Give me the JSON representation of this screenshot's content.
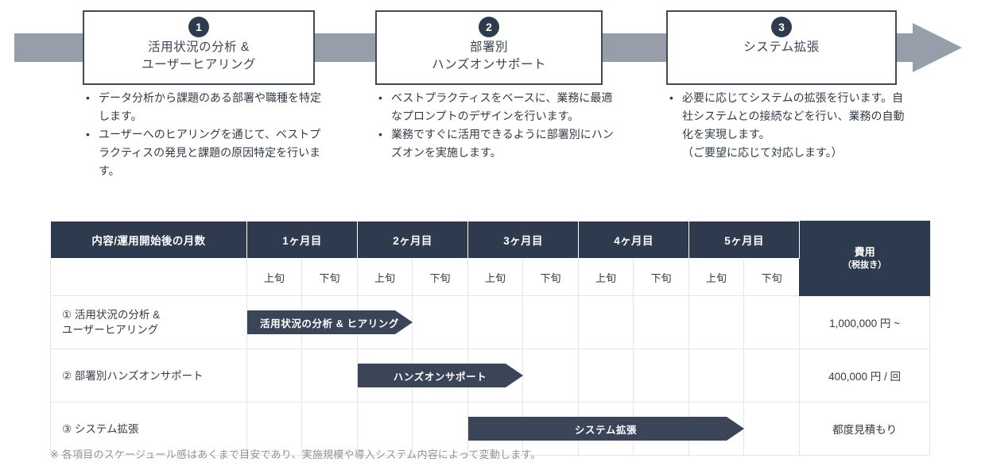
{
  "process_flow": {
    "arrow_band_color": "#979ea9",
    "steps": [
      {
        "number": "1",
        "title": "活用状況の分析 &\nユーザーヒアリング",
        "bullets": [
          "データ分析から課題のある部署や職種を特定します。",
          "ユーザーへのヒアリングを通じて、ベストプラクティスの発見と課題の原因特定を行います。"
        ],
        "note": ""
      },
      {
        "number": "2",
        "title": "部署別\nハンズオンサポート",
        "bullets": [
          "ベストプラクティスをベースに、業務に最適なプロンプトのデザインを行います。",
          "業務ですぐに活用できるように部署別にハンズオンを実施します。"
        ],
        "note": ""
      },
      {
        "number": "3",
        "title": "システム拡張",
        "bullets": [
          "必要に応じてシステムの拡張を行います。自社システムとの接続などを行い、業務の自動化を実現します。"
        ],
        "note": "（ご要望に応じて対応します。）"
      }
    ]
  },
  "schedule": {
    "first_column_header": "内容/運用開始後の月数",
    "months": [
      "1ヶ月目",
      "2ヶ月目",
      "3ヶ月目",
      "4ヶ月目",
      "5ヶ月目"
    ],
    "half_labels": [
      "上旬",
      "下旬"
    ],
    "cost_header_main": "費用",
    "cost_header_sub": "（税抜き）",
    "rows": [
      {
        "label": "① 活用状況の分析 &\nユーザーヒアリング",
        "bar_label": "活用状況の分析 & ヒアリング",
        "bar_start_col": 1,
        "bar_span_cols": 3,
        "cost": "1,000,000 円 ~"
      },
      {
        "label": "② 部署別ハンズオンサポート",
        "bar_label": "ハンズオンサポート",
        "bar_start_col": 3,
        "bar_span_cols": 3,
        "cost": "400,000 円 / 回"
      },
      {
        "label": "③ システム拡張",
        "bar_label": "システム拡張",
        "bar_start_col": 5,
        "bar_span_cols": 5,
        "cost": "都度見積もり"
      }
    ],
    "bar_color": "#3a4557",
    "header_color": "#2e3b4e",
    "footnote": "※ 各項目のスケージュール感はあくまで目安であり、実施規模や導入システム内容によって変動します。"
  }
}
